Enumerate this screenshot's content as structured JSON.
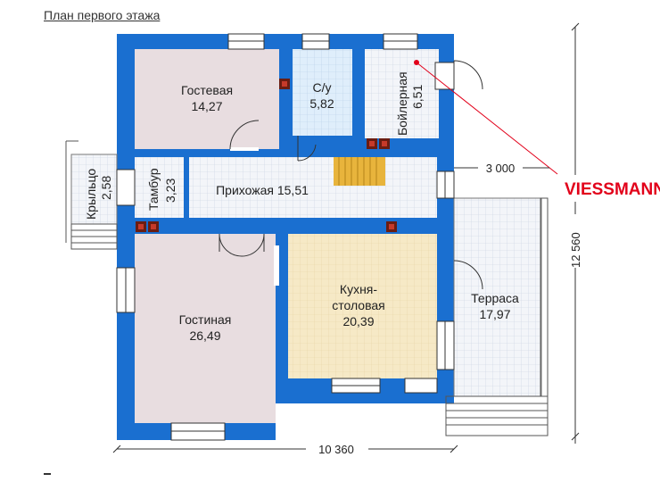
{
  "page": {
    "title": "План первого этажа"
  },
  "rooms": {
    "guest": {
      "name": "Гостевая",
      "area": "14,27"
    },
    "wc": {
      "name": "С/у",
      "area": "5,82"
    },
    "boiler": {
      "name": "Бойлерная",
      "area": "6,51"
    },
    "porch": {
      "name": "Крыльцо",
      "area": "2,58"
    },
    "vestibule": {
      "name": "Тамбур",
      "area": "3,23"
    },
    "hall": {
      "name": "Прихожая 15,51"
    },
    "kitchen": {
      "name_line1": "Кухня-",
      "name_line2": "столовая",
      "area": "20,39"
    },
    "living": {
      "name": "Гостиная",
      "area": "26,49"
    },
    "terrace": {
      "name": "Терраса",
      "area": "17,97"
    }
  },
  "dimensions": {
    "width": "10 360",
    "height": "12 560",
    "terrace_width": "3 000"
  },
  "brand": {
    "name": "VIESSMANN"
  },
  "colors": {
    "wall": "#1a6fd0",
    "guest_floor": "#e8dde0",
    "tile_floor": "#eef1f6",
    "kitchen_floor": "#f6e9c6",
    "stairs": "#e8b43c",
    "brand_red": "#e2001a"
  }
}
